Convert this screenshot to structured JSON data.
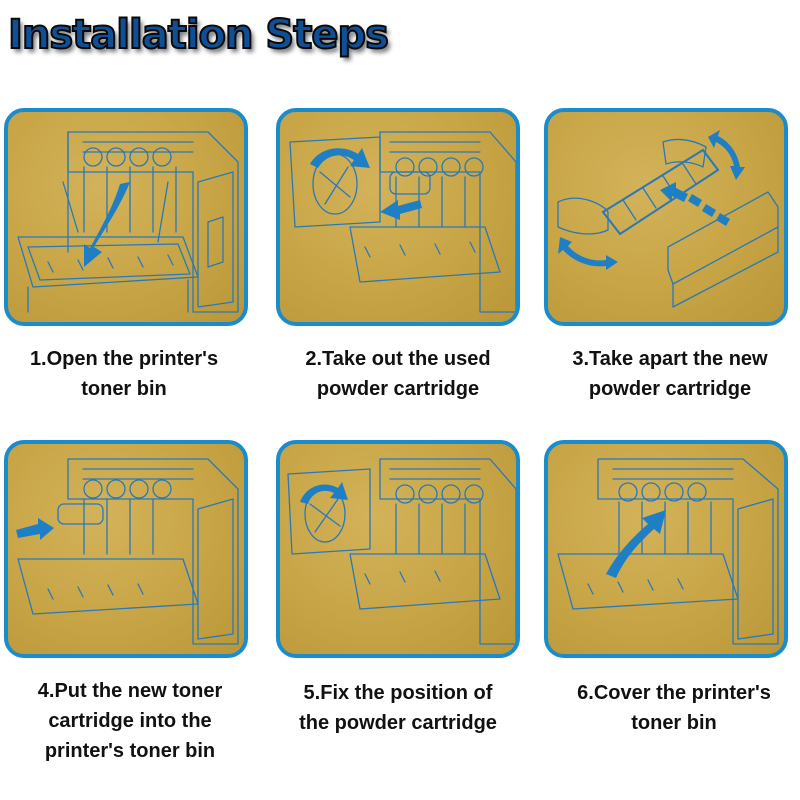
{
  "title": "Installation Steps",
  "colors": {
    "title": "#0e4f96",
    "panel_border": "#1a8ccb",
    "panel_fill": "#c9a84a",
    "line_art": "#2a78b8"
  },
  "steps": [
    {
      "lines": [
        "1.Open the printer's",
        "toner bin"
      ],
      "icon": "open-door-arrow-icon"
    },
    {
      "lines": [
        "2.Take out the used",
        "powder cartridge"
      ],
      "icon": "remove-cartridge-arrow-icon"
    },
    {
      "lines": [
        "3.Take apart the new",
        "powder cartridge"
      ],
      "icon": "shake-cartridge-arrows-icon"
    },
    {
      "lines": [
        "4.Put the new toner",
        "cartridge into the",
        "printer's toner bin"
      ],
      "icon": "insert-arrow-icon"
    },
    {
      "lines": [
        "5.Fix the position of",
        "the powder cartridge"
      ],
      "icon": "rotate-arrow-icon"
    },
    {
      "lines": [
        "6.Cover the printer's",
        "toner bin"
      ],
      "icon": "close-door-arrow-icon"
    }
  ]
}
